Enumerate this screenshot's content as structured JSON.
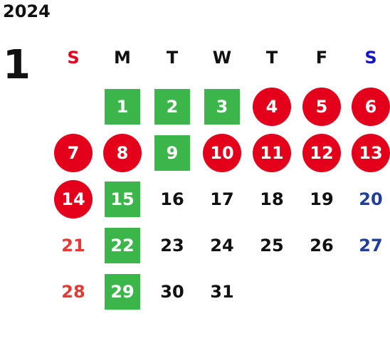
{
  "calendar": {
    "year": "2024",
    "month": "1",
    "weekdays": [
      {
        "label": "S",
        "color": "#e4001b"
      },
      {
        "label": "M",
        "color": "#111111"
      },
      {
        "label": "T",
        "color": "#111111"
      },
      {
        "label": "W",
        "color": "#111111"
      },
      {
        "label": "T",
        "color": "#111111"
      },
      {
        "label": "F",
        "color": "#111111"
      },
      {
        "label": "S",
        "color": "#1515c8"
      }
    ],
    "days": [
      {
        "day": "1",
        "col": 1,
        "row": 0,
        "style": "green"
      },
      {
        "day": "2",
        "col": 2,
        "row": 0,
        "style": "green"
      },
      {
        "day": "3",
        "col": 3,
        "row": 0,
        "style": "green"
      },
      {
        "day": "4",
        "col": 4,
        "row": 0,
        "style": "red-circle"
      },
      {
        "day": "5",
        "col": 5,
        "row": 0,
        "style": "red-circle"
      },
      {
        "day": "6",
        "col": 6,
        "row": 0,
        "style": "red-circle"
      },
      {
        "day": "7",
        "col": 0,
        "row": 1,
        "style": "red-circle"
      },
      {
        "day": "8",
        "col": 1,
        "row": 1,
        "style": "red-circle"
      },
      {
        "day": "9",
        "col": 2,
        "row": 1,
        "style": "green"
      },
      {
        "day": "10",
        "col": 3,
        "row": 1,
        "style": "red-circle"
      },
      {
        "day": "11",
        "col": 4,
        "row": 1,
        "style": "red-circle"
      },
      {
        "day": "12",
        "col": 5,
        "row": 1,
        "style": "red-circle"
      },
      {
        "day": "13",
        "col": 6,
        "row": 1,
        "style": "red-circle"
      },
      {
        "day": "14",
        "col": 0,
        "row": 2,
        "style": "red-circle"
      },
      {
        "day": "15",
        "col": 1,
        "row": 2,
        "style": "green"
      },
      {
        "day": "16",
        "col": 2,
        "row": 2,
        "style": "plain"
      },
      {
        "day": "17",
        "col": 3,
        "row": 2,
        "style": "plain"
      },
      {
        "day": "18",
        "col": 4,
        "row": 2,
        "style": "plain"
      },
      {
        "day": "19",
        "col": 5,
        "row": 2,
        "style": "plain"
      },
      {
        "day": "20",
        "col": 6,
        "row": 2,
        "style": "blue-text"
      },
      {
        "day": "21",
        "col": 0,
        "row": 3,
        "style": "red-text"
      },
      {
        "day": "22",
        "col": 1,
        "row": 3,
        "style": "green"
      },
      {
        "day": "23",
        "col": 2,
        "row": 3,
        "style": "plain"
      },
      {
        "day": "24",
        "col": 3,
        "row": 3,
        "style": "plain"
      },
      {
        "day": "25",
        "col": 4,
        "row": 3,
        "style": "plain"
      },
      {
        "day": "26",
        "col": 5,
        "row": 3,
        "style": "plain"
      },
      {
        "day": "27",
        "col": 6,
        "row": 3,
        "style": "blue-text"
      },
      {
        "day": "28",
        "col": 0,
        "row": 4,
        "style": "red-text"
      },
      {
        "day": "29",
        "col": 1,
        "row": 4,
        "style": "green"
      },
      {
        "day": "30",
        "col": 2,
        "row": 4,
        "style": "plain"
      },
      {
        "day": "31",
        "col": 3,
        "row": 4,
        "style": "plain"
      }
    ]
  }
}
